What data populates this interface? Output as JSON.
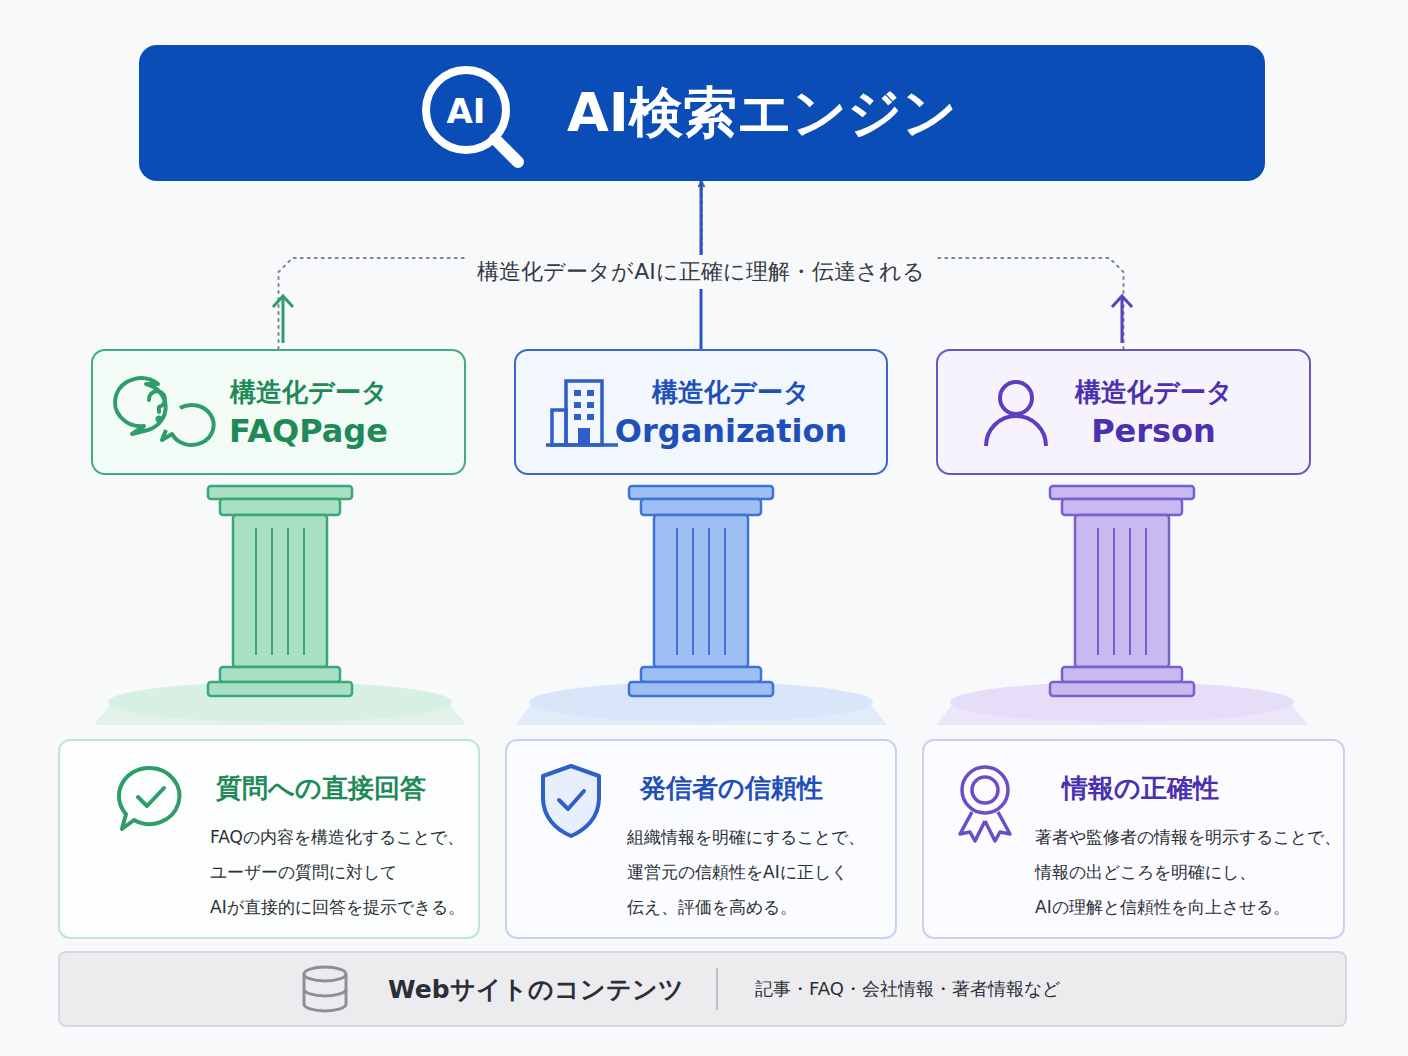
{
  "diagram": {
    "nodes": [
      {
        "text": [
          "AI検索エンジン"
        ]
      },
      {
        "text": [
          "構造化データ",
          "FAQPage"
        ]
      },
      {
        "text": [
          "構造化データ",
          "Organization"
        ]
      },
      {
        "text": [
          "構造化データ",
          "Person"
        ]
      },
      {
        "text": [
          "質問への直接回答",
          "FAQの内容を構造化することで、 ユーザーの質問に対して AIが直接的に回答を提示できる。"
        ]
      },
      {
        "text": [
          "発信者の信頼性",
          "組織情報を明確にすることで、 運営元の信頼性をAIに正しく 伝え、評価を高める。"
        ]
      },
      {
        "text": [
          "情報の正確性",
          "著者や監修者の情報を明示することで、 情報の出どころを明確にし、 AIの理解と信頼性を向上させる。"
        ]
      },
      {
        "text": [
          "Webサイトのコンテンツ",
          "記事・FAQ・会社情報・著者情報など"
        ]
      }
    ],
    "edges": [
      {
        "from": 1,
        "to": 0,
        "arrow": "to"
      },
      {
        "from": 2,
        "to": 0,
        "arrow": "to",
        "label": "構造化データがAIに正確に理解・伝達される"
      },
      {
        "from": 3,
        "to": 0,
        "arrow": "to"
      }
    ],
    "labels": [
      "AI"
    ]
  }
}
